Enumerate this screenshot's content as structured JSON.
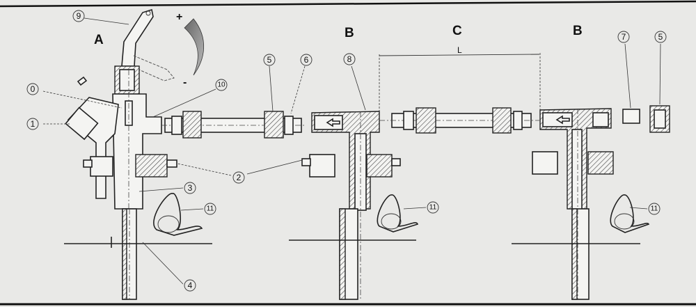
{
  "sections": {
    "a": "A",
    "b1": "B",
    "c": "C",
    "b2": "B"
  },
  "dimension": {
    "length": "L"
  },
  "rotation": {
    "plus": "+",
    "minus": "-"
  },
  "callouts": {
    "n9": "9",
    "n0": "0",
    "n1": "1",
    "n10": "10",
    "n5a": "5",
    "n6": "6",
    "n8": "8",
    "n7": "7",
    "n5b": "5",
    "n2": "2",
    "n3": "3",
    "n4": "4",
    "n11a": "11",
    "n11b": "11",
    "n11c": "11"
  }
}
